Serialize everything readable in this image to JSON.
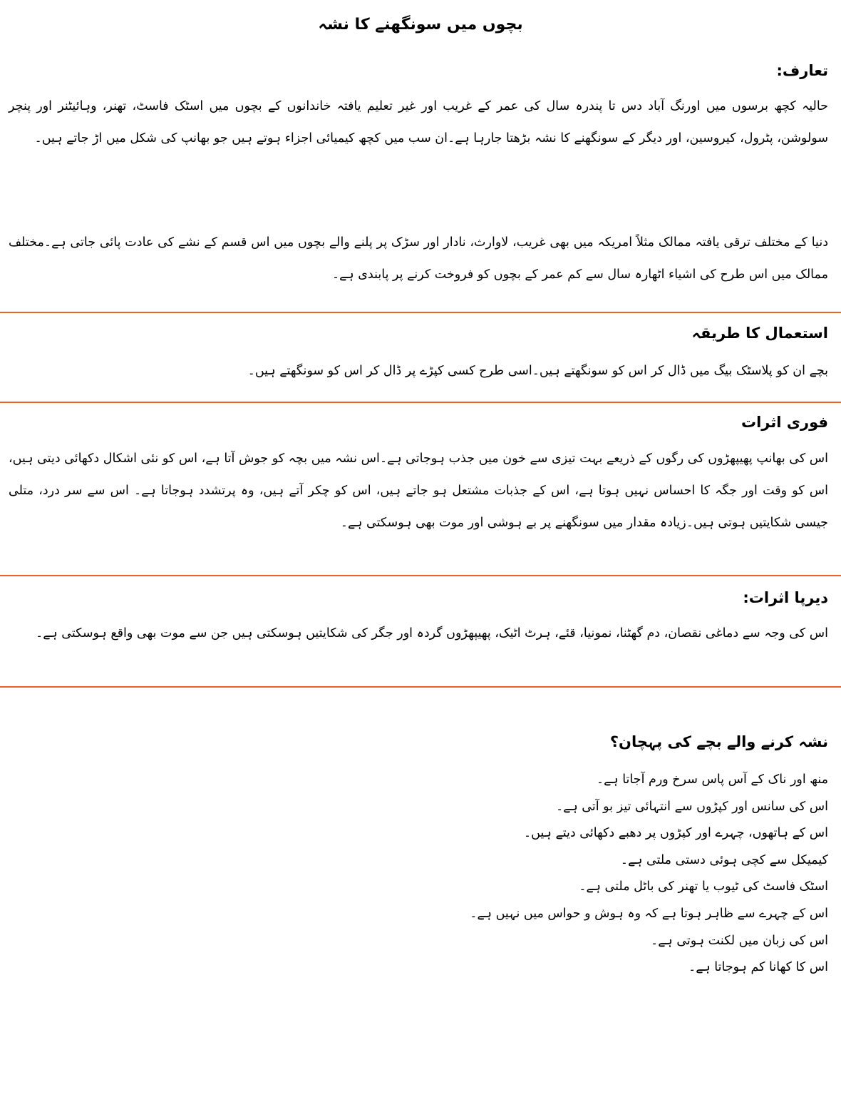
{
  "document": {
    "title": "بچوں میں سونگھنے کا نشہ",
    "sections": [
      {
        "heading": "تعارف:",
        "paragraphs": [
          "حالیہ کچھ برسوں میں اورنگ آباد دس تا پندرہ سال کی عمر کے غریب اور غیر تعلیم یافتہ خاندانوں کے بچوں میں اسٹک فاسٹ، تھنر، وہائیٹنر اور پنچر سولوشن، پٹرول، کیروسین، اور دیگر کے سونگھنے کا نشہ بڑھتا جارہا ہے۔ان سب میں کچھ کیمیائی اجزاء ہوتے ہیں جو بھانپ کی شکل میں اڑ جاتے ہیں۔",
          "دنیا کے مختلف ترقی یافتہ ممالک مثلاً امریکہ میں بھی غریب، لاوارث، نادار اور سڑک پر پلنے والے بچوں میں اس قسم کے نشے کی عادت پائی جاتی ہے۔مختلف ممالک میں اس طرح کی اشیاء اٹھارہ سال سے کم عمر کے بچوں کو فروخت کرنے پر پابندی ہے۔"
        ]
      },
      {
        "heading": "استعمال کا طریقہ",
        "paragraphs": [
          "بچے ان کو پلاسٹک بیگ میں ڈال کر اس کو سونگھتے ہیں۔اسی طرح کسی کپڑے پر ڈال کر اس کو سونگھتے ہیں۔"
        ]
      },
      {
        "heading": "فوری اثرات",
        "paragraphs": [
          "اس کی بھانپ پھیپھڑوں کی رگوں کے ذریعے بہت تیزی سے خون میں جذب ہوجاتی ہے۔اس نشہ میں بچہ کو جوش آتا ہے، اس کو نئی اشکال دکھائی دیتی ہیں، اس کو وقت اور جگہ کا احساس نہیں ہوتا ہے، اس کے جذبات مشتعل ہو جاتے ہیں، اس کو چکر آتے ہیں، وہ پرتشدد ہوجاتا ہے۔ اس سے سر درد، متلی جیسی شکایتیں ہوتی ہیں۔زیادہ مقدار میں سونگھنے پر بے ہوشی اور موت بھی ہوسکتی ہے۔"
        ]
      },
      {
        "heading": "دیرپا اثرات:",
        "paragraphs": [
          "اس کی وجہ سے دماغی نقصان، دم گھٹنا، نمونیا، قئے، ہرٹ اٹیک، پھیپھڑوں گردہ اور جگر کی شکایتیں ہوسکتی ہیں جن سے موت بھی واقع ہوسکتی ہے۔"
        ]
      },
      {
        "heading": "نشہ کرنے والے بچے کی پہچان؟",
        "items": [
          "منھ اور ناک کے آس پاس سرخ ورم آجاتا ہے۔",
          "اس کی سانس اور کپڑوں سے انتہائی تیز بو آتی ہے۔",
          "اس کے ہاتھوں، چہرے اور کپڑوں پر دھبے دکھائی دیتے ہیں۔",
          "کیمیکل سے کچی ہوئی دستی ملتی ہے۔",
          "اسٹک فاسٹ کی ٹیوب یا تھنر کی باٹل ملتی ہے۔",
          "اس کے چہرے سے ظاہر ہوتا ہے کہ وہ ہوش و حواس میں نہیں ہے۔",
          "اس کی زبان میں لکنت ہوتی ہے۔",
          "اس کا کھانا کم ہوجاتا ہے۔"
        ]
      }
    ],
    "divider_color": "#e8632a"
  }
}
